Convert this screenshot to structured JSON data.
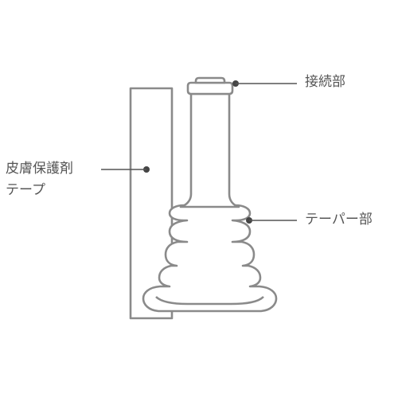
{
  "labels": {
    "connection_part": "接続部",
    "taper_part": "テーパー部",
    "skin_protectant_line1": "皮膚保護剤",
    "skin_protectant_line2": "テープ"
  },
  "colors": {
    "outline": "#8a8a8a",
    "leader": "#555555",
    "text": "#555555",
    "background": "#ffffff"
  }
}
